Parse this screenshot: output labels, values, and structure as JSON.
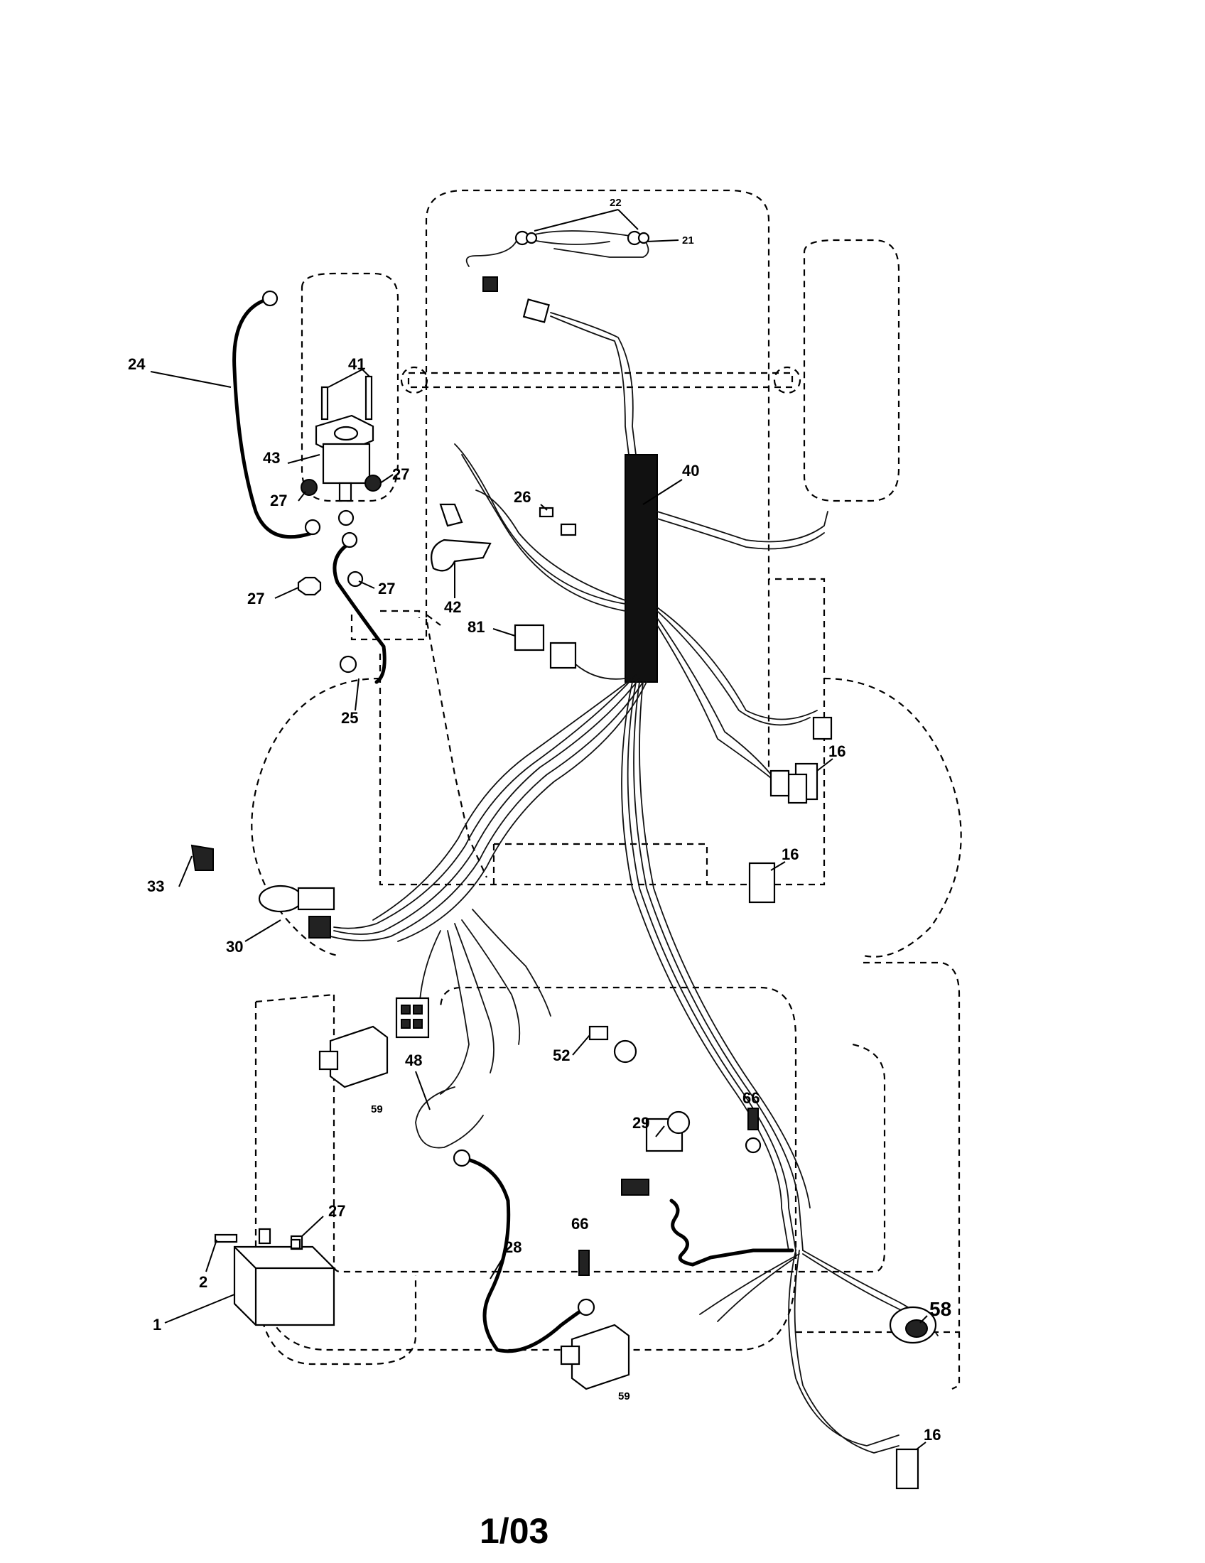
{
  "callouts": {
    "c22": "22",
    "c21": "21",
    "c24": "24",
    "c41": "41",
    "c43": "43",
    "c27a": "27",
    "c27b": "27",
    "c27c": "27",
    "c27d": "27",
    "c27e": "27",
    "c40": "40",
    "c26": "26",
    "c42": "42",
    "c81": "81",
    "c25": "25",
    "c16a": "16",
    "c16b": "16",
    "c16c": "16",
    "c33": "33",
    "c30": "30",
    "c48": "48",
    "c59a": "59",
    "c59b": "59",
    "c52": "52",
    "c29": "29",
    "c66a": "66",
    "c66b": "66",
    "c28": "28",
    "c2": "2",
    "c1": "1",
    "c58": "58"
  },
  "footer": "1/03"
}
